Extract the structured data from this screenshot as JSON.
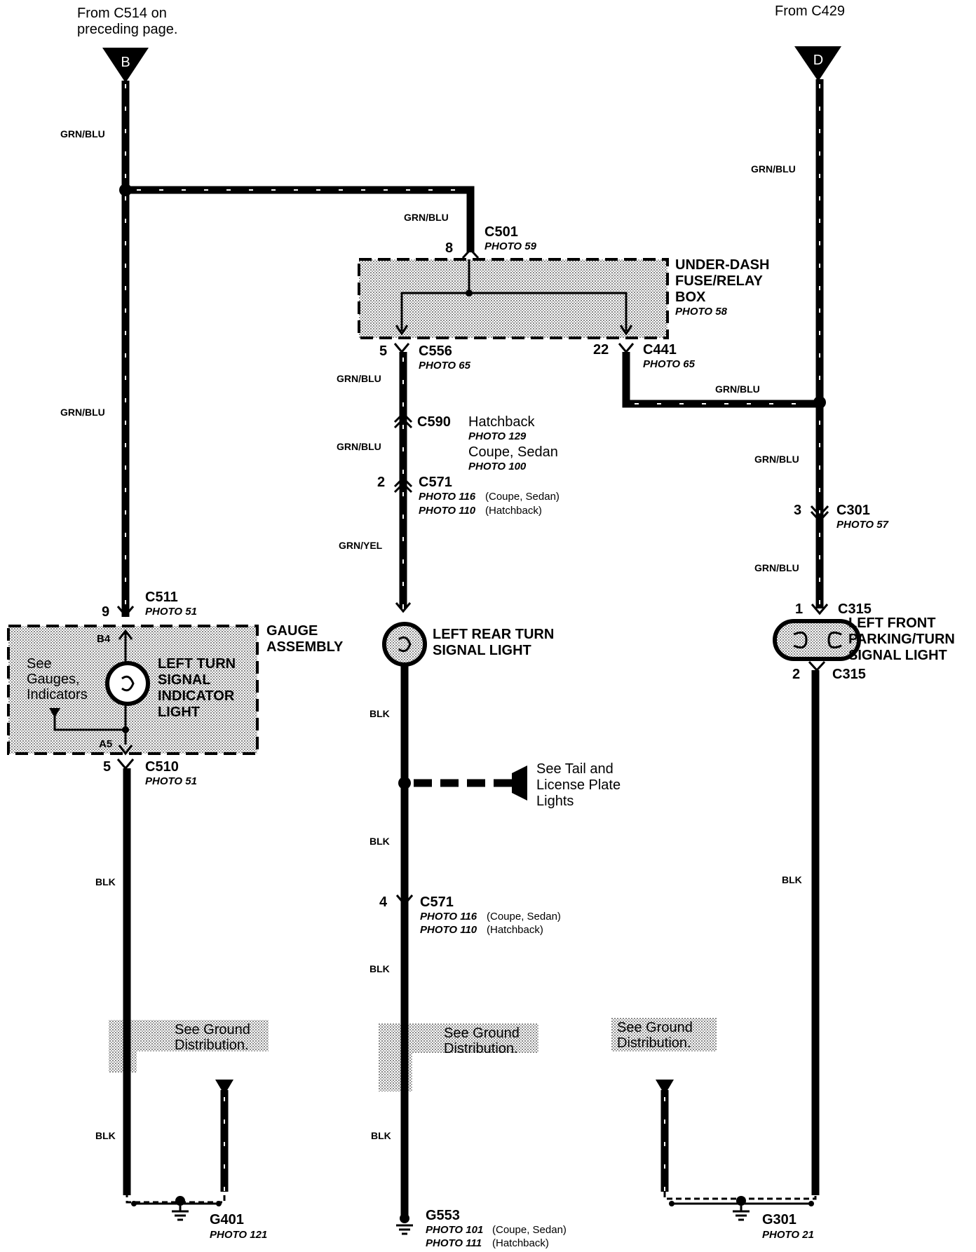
{
  "refs": {
    "from_c514_line1": "From C514 on",
    "from_c514_line2": "preceding page.",
    "from_c429": "From C429",
    "connector_b": "B",
    "connector_d": "D"
  },
  "wire_colors": {
    "grn_blu": "GRN/BLU",
    "grn_yel": "GRN/YEL",
    "blk": "BLK"
  },
  "connectors": {
    "c501": {
      "name": "C501",
      "photo": "PHOTO 59",
      "pin": "8"
    },
    "c556": {
      "name": "C556",
      "photo": "PHOTO 65",
      "pin": "5"
    },
    "c441": {
      "name": "C441",
      "photo": "PHOTO 65",
      "pin": "22"
    },
    "c590": {
      "name": "C590",
      "variant1": "Hatchback",
      "photo1": "PHOTO 129",
      "variant2": "Coupe, Sedan",
      "photo2": "PHOTO 100"
    },
    "c571_top": {
      "name": "C571",
      "pin": "2",
      "photo1": "PHOTO 116",
      "note1": "(Coupe, Sedan)",
      "photo2": "PHOTO 110",
      "note2": "(Hatchback)"
    },
    "c571_bot": {
      "name": "C571",
      "pin": "4",
      "photo1": "PHOTO 116",
      "note1": "(Coupe, Sedan)",
      "photo2": "PHOTO 110",
      "note2": "(Hatchback)"
    },
    "c301": {
      "name": "C301",
      "photo": "PHOTO 57",
      "pin": "3"
    },
    "c315_top": {
      "name": "C315",
      "pin": "1"
    },
    "c315_bot": {
      "name": "C315",
      "pin": "2"
    },
    "c511": {
      "name": "C511",
      "photo": "PHOTO 51",
      "pin": "9"
    },
    "c510": {
      "name": "C510",
      "photo": "PHOTO 51",
      "pin": "5"
    }
  },
  "components": {
    "fuse_box": {
      "line1": "UNDER-DASH",
      "line2": "FUSE/RELAY",
      "line3": "BOX",
      "photo": "PHOTO 58"
    },
    "gauge": {
      "line1": "GAUGE",
      "line2": "ASSEMBLY",
      "pin_b4": "B4",
      "pin_a5": "A5",
      "see1": "See",
      "see2": "Gauges,",
      "see3": "Indicators",
      "light1": "LEFT TURN",
      "light2": "SIGNAL",
      "light3": "INDICATOR",
      "light4": "LIGHT"
    },
    "rear_light": {
      "line1": "LEFT REAR TURN",
      "line2": "SIGNAL LIGHT"
    },
    "front_light": {
      "line1": "LEFT FRONT",
      "line2": "PARKING/TURN",
      "line3": "SIGNAL LIGHT"
    },
    "tail_ref": {
      "line1": "See Tail and",
      "line2": "License Plate",
      "line3": "Lights"
    }
  },
  "grounds": {
    "see_line1": "See Ground",
    "see_line2": "Distribution.",
    "g401": {
      "name": "G401",
      "photo": "PHOTO 121"
    },
    "g553": {
      "name": "G553",
      "photo1": "PHOTO 101",
      "note1": "(Coupe, Sedan)",
      "photo2": "PHOTO 111",
      "note2": "(Hatchback)"
    },
    "g301": {
      "name": "G301",
      "photo": "PHOTO 21"
    }
  }
}
